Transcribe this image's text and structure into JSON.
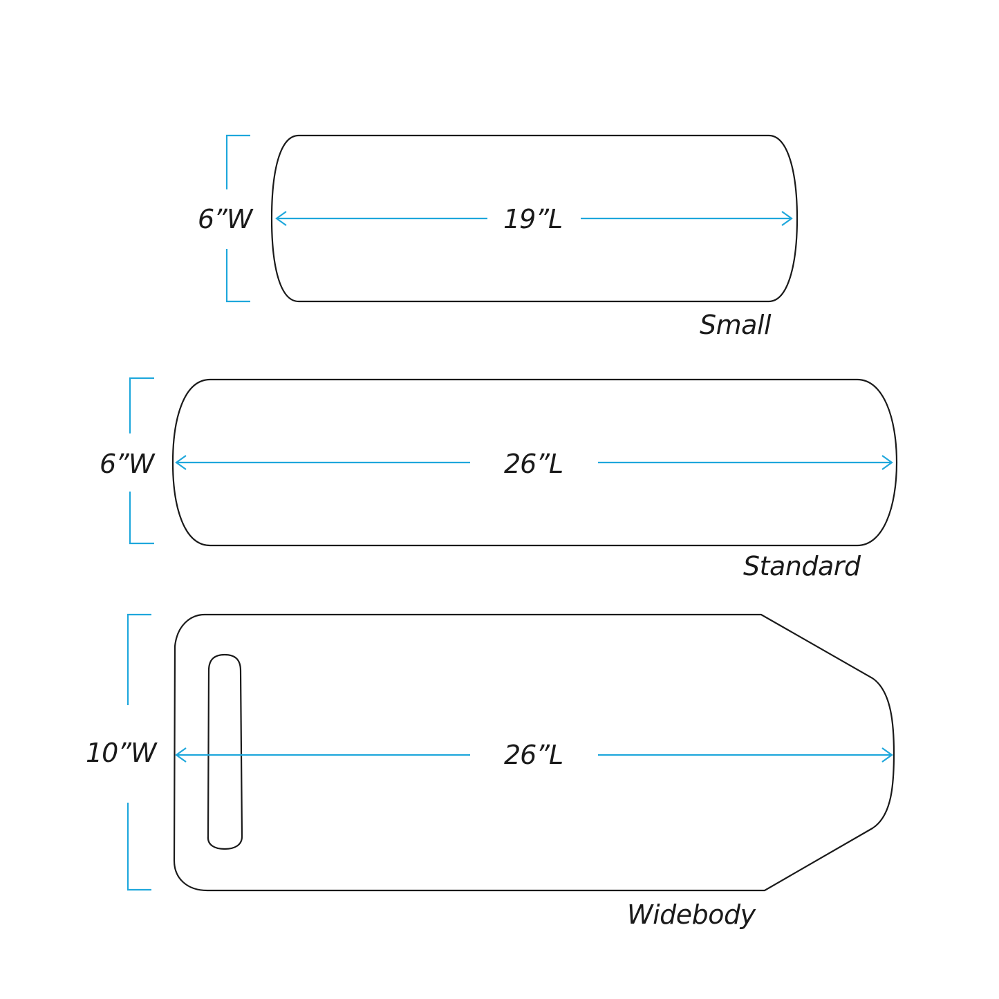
{
  "colors": {
    "dimension_line": "#1ea7dc",
    "outline": "#1a1a1a",
    "background": "#ffffff"
  },
  "boards": [
    {
      "name": "Small",
      "width_label": "6”W",
      "length_label": "19”L"
    },
    {
      "name": "Standard",
      "width_label": "6”W",
      "length_label": "26”L"
    },
    {
      "name": "Widebody",
      "width_label": "10”W",
      "length_label": "26”L"
    }
  ]
}
